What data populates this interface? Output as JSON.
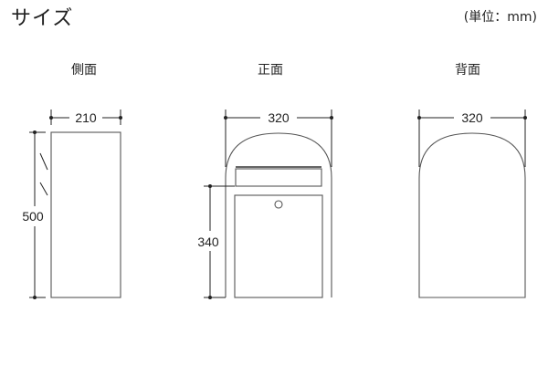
{
  "page": {
    "title": "サイズ",
    "unit": "(単位：mm)"
  },
  "views": {
    "side": {
      "label": "側面",
      "width_label": "210",
      "height_label": "500"
    },
    "front": {
      "label": "正面",
      "width_label": "320",
      "height_label": "340"
    },
    "back": {
      "label": "背面",
      "width_label": "320"
    }
  }
}
